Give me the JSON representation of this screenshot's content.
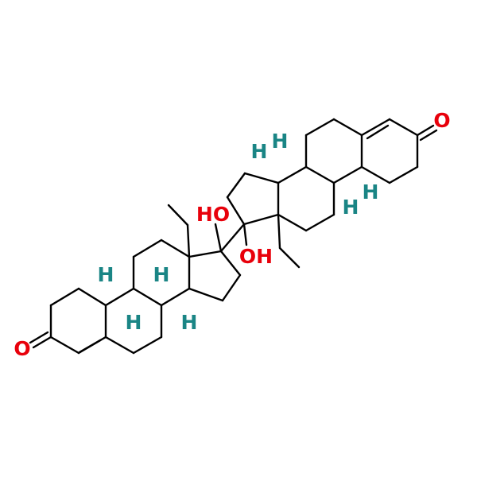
{
  "colors": {
    "bond": "#000000",
    "oxygen": "#e8000b",
    "hydrogen": "#1a8585"
  },
  "labels": {
    "oxygen_left": "O",
    "oxygen_right": "O",
    "hydroxyl_upper": "HO",
    "hydroxyl_lower": "OH",
    "h": "H"
  }
}
